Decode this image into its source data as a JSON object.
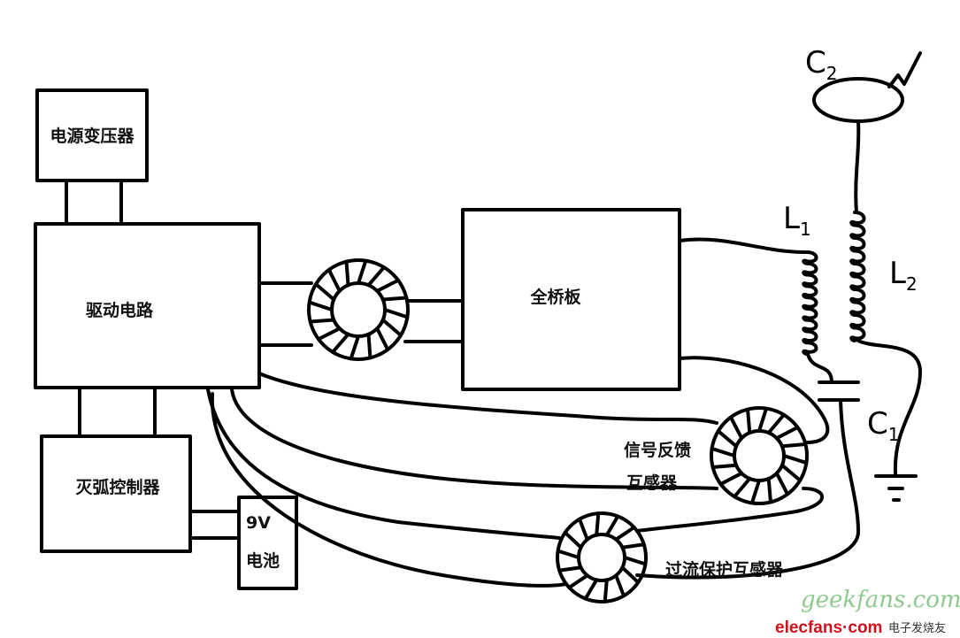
{
  "blocks": {
    "power_transformer": "电源变压器",
    "drive_circuit": "驱动电路",
    "full_bridge": "全桥板",
    "arc_controller": "灭弧控制器",
    "battery_voltage": "9V",
    "battery": "电池"
  },
  "labels": {
    "signal_feedback_line1": "信号反馈",
    "signal_feedback_line2": "互感器",
    "overcurrent_ct": "过流保护互感器"
  },
  "components": {
    "L1": {
      "letter": "L",
      "sub": "1"
    },
    "L2": {
      "letter": "L",
      "sub": "2"
    },
    "C1": {
      "letter": "C",
      "sub": "1"
    },
    "C2": {
      "letter": "C",
      "sub": "2"
    }
  },
  "watermark": {
    "bg": "geekfans.com",
    "site": "elecfans",
    "dot_com": "·com",
    "cn": "电子发烧友",
    "bg_color": "#8fc98f",
    "site_color": "#d0101a"
  }
}
